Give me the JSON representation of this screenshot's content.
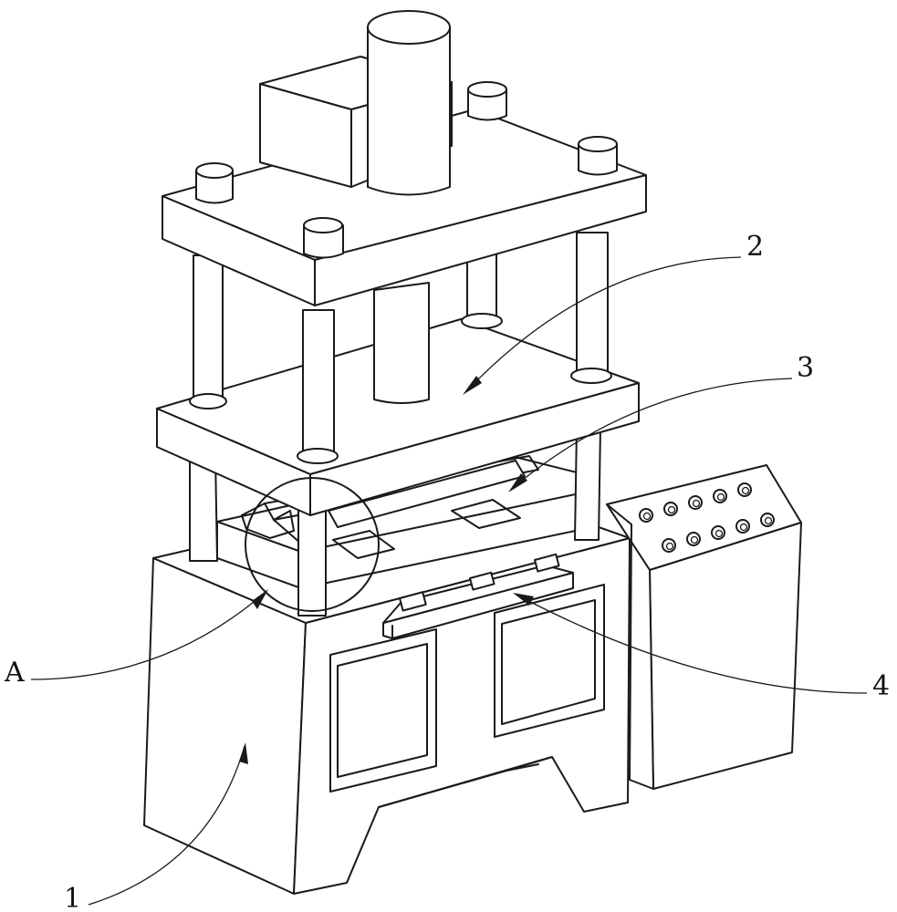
{
  "figure": {
    "labels": {
      "base": "1",
      "moving_plate": "2",
      "die": "3",
      "rail": "4",
      "detail": "A"
    },
    "button_count": 10
  }
}
